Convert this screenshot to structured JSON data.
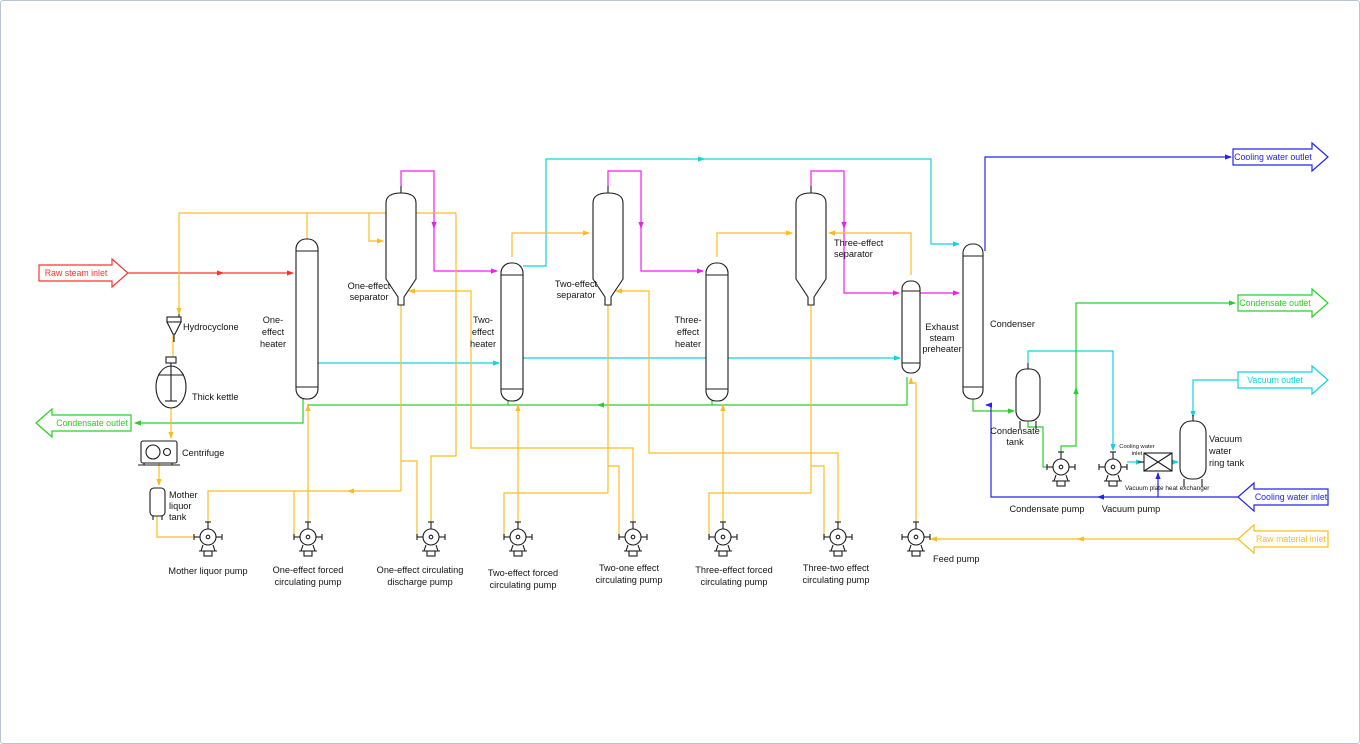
{
  "flow_colors": {
    "steam": "#ff3232",
    "vapor": "#f21bf2",
    "vacuum": "#12d2dc",
    "condensate": "#28cf28",
    "material": "#f8bd20",
    "cooling_water": "#2424ee",
    "equipment_outline": "#1c1c1c"
  },
  "flow_arrows": {
    "raw_steam_inlet": "Raw steam inlet",
    "condensate_outlet_left": "Condensate outlet",
    "cooling_water_outlet": "Cooling water outlet",
    "condensate_outlet_right": "Condensate outlet",
    "vacuum_outlet": "Vacuum outlet",
    "cooling_water_inlet": "Cooling water inlet",
    "raw_material_inlet": "Raw material inlet"
  },
  "equipment": {
    "hydrocyclone": "Hydrocyclone",
    "thick_kettle": "Thick kettle",
    "centrifuge": "Centrifuge",
    "mother_liquor_tank": [
      "Mother",
      "liquor",
      "tank"
    ],
    "one_effect_heater": [
      "One-",
      "effect",
      "heater"
    ],
    "one_effect_separator": [
      "One-effect",
      "separator"
    ],
    "two_effect_heater": [
      "Two-",
      "effect",
      "heater"
    ],
    "two_effect_separator": [
      "Two-effect",
      "separator"
    ],
    "three_effect_heater": [
      "Three-",
      "effect",
      "heater"
    ],
    "three_effect_separator": [
      "Three-effect",
      "separator"
    ],
    "exhaust_steam_preheater": [
      "Exhaust",
      "steam",
      "preheater"
    ],
    "condenser": "Condenser",
    "condensate_tank": [
      "Condensate",
      "tank"
    ],
    "vacuum_water_ring_tank": [
      "Vacuum",
      "water",
      "ring tank"
    ],
    "vacuum_plate_heat_exchanger": "Vacuum plate heat exchanger",
    "cooling_water_inlet_note": [
      "Cooling water",
      "inlet"
    ]
  },
  "pumps": {
    "mother_liquor_pump": "Mother liquor pump",
    "one_effect_forced_circulating_pump": [
      "One-effect forced",
      "circulating pump"
    ],
    "one_effect_circulating_discharge_pump": [
      "One-effect circulating",
      "discharge pump"
    ],
    "two_effect_forced_circulating_pump": [
      "Two-effect forced",
      "circulating pump"
    ],
    "two_one_effect_circulating_pump": [
      "Two-one effect",
      "circulating pump"
    ],
    "three_effect_forced_circulating_pump": [
      "Three-effect forced",
      "circulating pump"
    ],
    "three_two_effect_circulating_pump": [
      "Three-two effect",
      "circulating pump"
    ],
    "feed_pump": "Feed pump",
    "condensate_pump": "Condensate pump",
    "vacuum_pump": "Vacuum pump"
  }
}
